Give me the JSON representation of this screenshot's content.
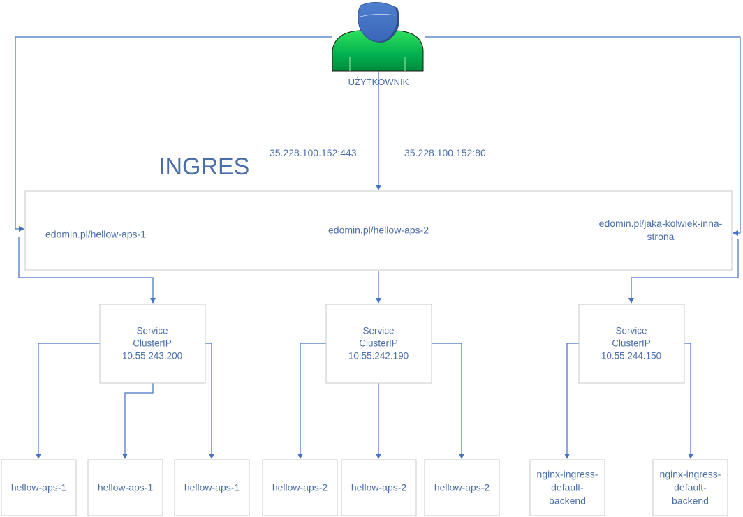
{
  "user": {
    "label": "UŻYTKOWNIK",
    "icon": "user-icon"
  },
  "ingress": {
    "title": "INGRES",
    "ip_https": "35.228.100.152:443",
    "ip_http": "35.228.100.152:80",
    "routes": [
      {
        "lines": [
          "edomin.pl/hellow-aps-1"
        ]
      },
      {
        "lines": [
          "edomin.pl/hellow-aps-2"
        ]
      },
      {
        "lines": [
          "edomin.pl/jaka-kolwiek-inna-",
          "strona"
        ]
      }
    ]
  },
  "services": [
    {
      "lines": [
        "Service",
        "ClusterIP",
        "10.55.243.200"
      ]
    },
    {
      "lines": [
        "Service",
        "ClusterIP",
        "10.55.242.190"
      ]
    },
    {
      "lines": [
        "Service",
        "ClusterIP",
        "10.55.244.150"
      ]
    }
  ],
  "pods": [
    {
      "lines": [
        "hellow-aps-1"
      ]
    },
    {
      "lines": [
        "hellow-aps-1"
      ]
    },
    {
      "lines": [
        "hellow-aps-1"
      ]
    },
    {
      "lines": [
        "hellow-aps-2"
      ]
    },
    {
      "lines": [
        "hellow-aps-2"
      ]
    },
    {
      "lines": [
        "hellow-aps-2"
      ]
    },
    {
      "lines": [
        "nginx-ingress-",
        "default-",
        "backend"
      ]
    },
    {
      "lines": [
        "nginx-ingress-",
        "default-",
        "backend"
      ]
    }
  ],
  "colors": {
    "line": "#4472c4",
    "text": "#4a6eaa",
    "box_border": "#c8c8c8",
    "user_head": "#4472c4",
    "user_body": "#00b050"
  }
}
